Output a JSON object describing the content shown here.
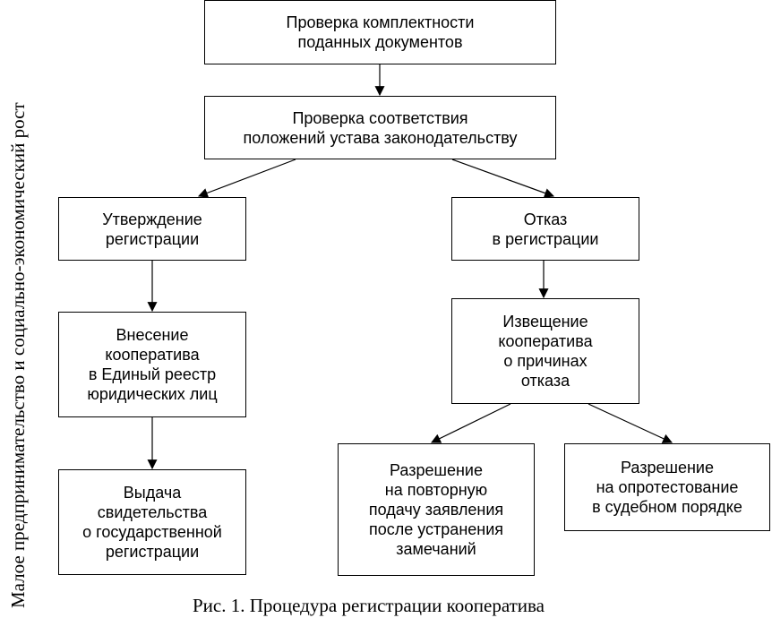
{
  "side_text": "Малое предпринимательство и социально-экономический рост",
  "boxes": {
    "check_docs": [
      "Проверка комплектности",
      "поданных документов"
    ],
    "check_charter": [
      "Проверка соответствия",
      "положений устава законодательству"
    ],
    "approve": [
      "Утверждение",
      "регистрации"
    ],
    "refuse": [
      "Отказ",
      "в регистрации"
    ],
    "register": [
      "Внесение",
      "кооператива",
      "в Единый реестр",
      "юридических лиц"
    ],
    "notify": [
      "Извещение",
      "кооператива",
      "о причинах",
      "отказа"
    ],
    "certificate": [
      "Выдача",
      "свидетельства",
      "о государственной",
      "регистрации"
    ],
    "resubmit": [
      "Разрешение",
      "на повторную",
      "подачу заявления",
      "после устранения",
      "замечаний"
    ],
    "appeal": [
      "Разрешение",
      "на опротестование",
      "в судебном порядке"
    ]
  },
  "caption": "Рис. 1. Процедура регистрации кооператива"
}
